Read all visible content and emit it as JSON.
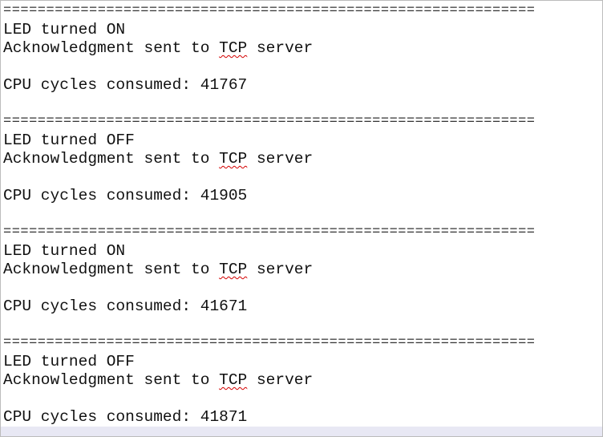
{
  "separator": "==============================================================",
  "blocks": [
    {
      "led": "LED turned ON",
      "ack_prefix": "Acknowledgment sent to ",
      "ack_word": "TCP",
      "ack_suffix": " server",
      "cycles": "CPU cycles consumed: 41767"
    },
    {
      "led": "LED turned OFF",
      "ack_prefix": "Acknowledgment sent to ",
      "ack_word": "TCP",
      "ack_suffix": " server",
      "cycles": "CPU cycles consumed: 41905"
    },
    {
      "led": "LED turned ON",
      "ack_prefix": "Acknowledgment sent to ",
      "ack_word": "TCP",
      "ack_suffix": " server",
      "cycles": "CPU cycles consumed: 41671"
    },
    {
      "led": "LED turned OFF",
      "ack_prefix": "Acknowledgment sent to ",
      "ack_word": "TCP",
      "ack_suffix": " server",
      "cycles": "CPU cycles consumed: 41871"
    }
  ]
}
